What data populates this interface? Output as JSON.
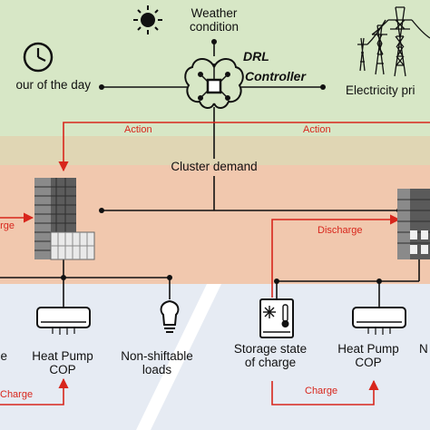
{
  "nodes": {
    "weather": [
      "Weather",
      "condition"
    ],
    "controller": [
      "DRL",
      "Controller"
    ],
    "hour_of_day": "our of the day",
    "electricity_price": "Electricity pri",
    "cluster_demand": "Cluster demand",
    "heat_pump": [
      "Heat Pump",
      "COP"
    ],
    "non_shiftable": [
      "Non-shiftable",
      "loads"
    ],
    "storage": [
      "Storage state",
      "of charge"
    ],
    "heat_pump_right": [
      "Heat Pump",
      "COP"
    ],
    "cut_left": "e",
    "cut_right": "N"
  },
  "arrows": {
    "action_left": "Action",
    "action_right": "Action",
    "charge_top": "arge",
    "discharge": "Discharge",
    "charge_bottom_left": "Charge",
    "charge_bottom_right": "Charge"
  },
  "icons": [
    "sun-icon",
    "clock-icon",
    "pylon-icon",
    "brain-icon",
    "office-building-icon",
    "heat-pump-icon",
    "light-bulb-icon",
    "storage-tank-icon"
  ],
  "colors": {
    "controller_band": "#d7e7c6",
    "cluster_band": "#f1c8ae",
    "device_band": "#e6ebf3",
    "arrow_red": "#d8261c"
  }
}
